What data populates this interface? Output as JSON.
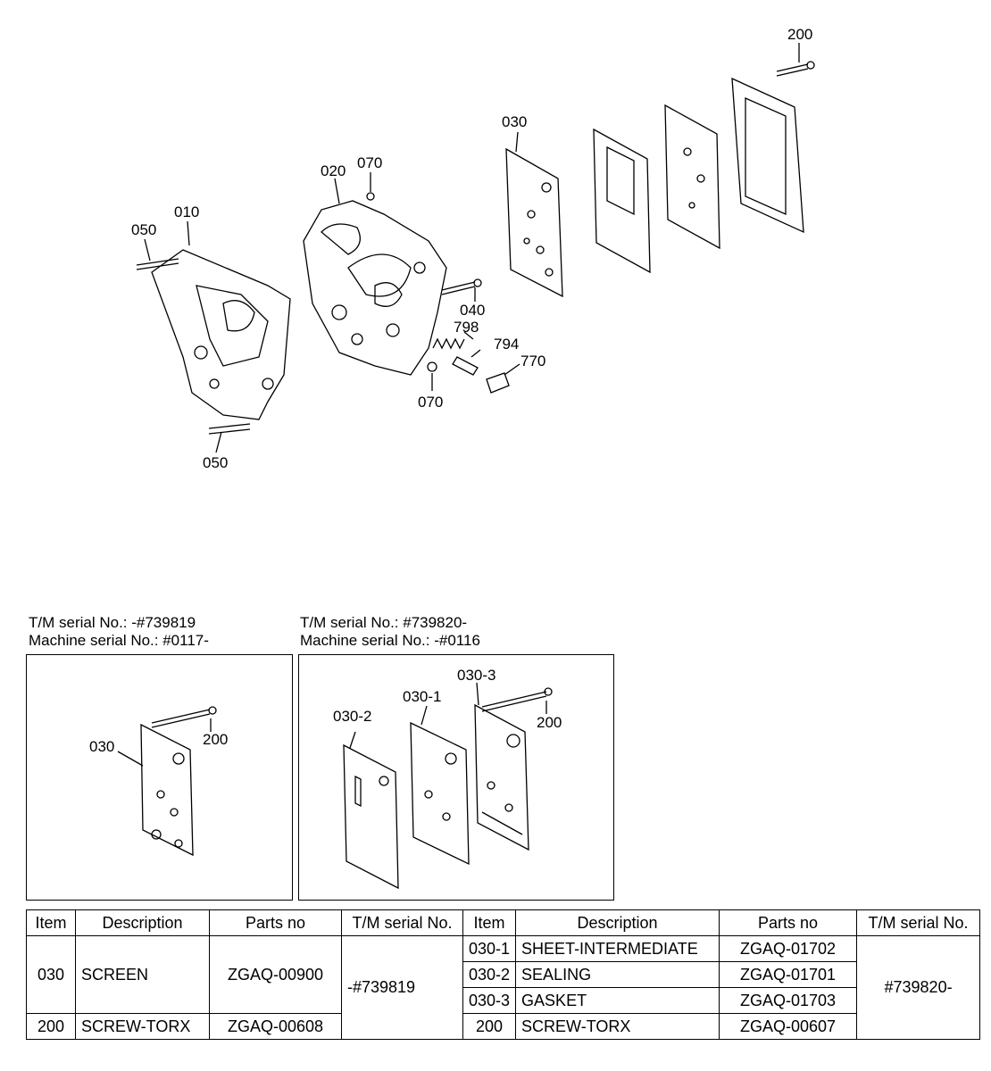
{
  "callouts": {
    "c010": "010",
    "c020": "020",
    "c030": "030",
    "c040": "040",
    "c050a": "050",
    "c050b": "050",
    "c070a": "070",
    "c070b": "070",
    "c200": "200",
    "c770": "770",
    "c794": "794",
    "c798": "798"
  },
  "inset_left": {
    "serial_line1": "T/M serial No.:  -#739819",
    "serial_line2": " Machine serial No.: #0117-",
    "callout_030": "030",
    "callout_200": "200"
  },
  "inset_right": {
    "serial_line1": "T/M serial No.: #739820-",
    "serial_line2": " Machine serial No.: -#0116",
    "callout_030_1": "030-1",
    "callout_030_2": "030-2",
    "callout_030_3": "030-3",
    "callout_200": "200"
  },
  "table": {
    "headers": [
      "Item",
      "Description",
      "Parts no",
      "T/M serial No.",
      "Item",
      "Description",
      "Parts no",
      "T/M serial No."
    ],
    "left_rows": [
      {
        "item": "030",
        "description": "SCREEN",
        "parts_no": "ZGAQ-00900"
      },
      {
        "item": "200",
        "description": "SCREW-TORX",
        "parts_no": "ZGAQ-00608"
      }
    ],
    "left_serial": "-#739819",
    "right_rows": [
      {
        "item": "030-1",
        "description": "SHEET-INTERMEDIATE",
        "parts_no": "ZGAQ-01702"
      },
      {
        "item": "030-2",
        "description": "SEALING",
        "parts_no": "ZGAQ-01701"
      },
      {
        "item": "030-3",
        "description": "GASKET",
        "parts_no": "ZGAQ-01703"
      },
      {
        "item": "200",
        "description": "SCREW-TORX",
        "parts_no": "ZGAQ-00607"
      }
    ],
    "right_serial": "#739820-"
  }
}
